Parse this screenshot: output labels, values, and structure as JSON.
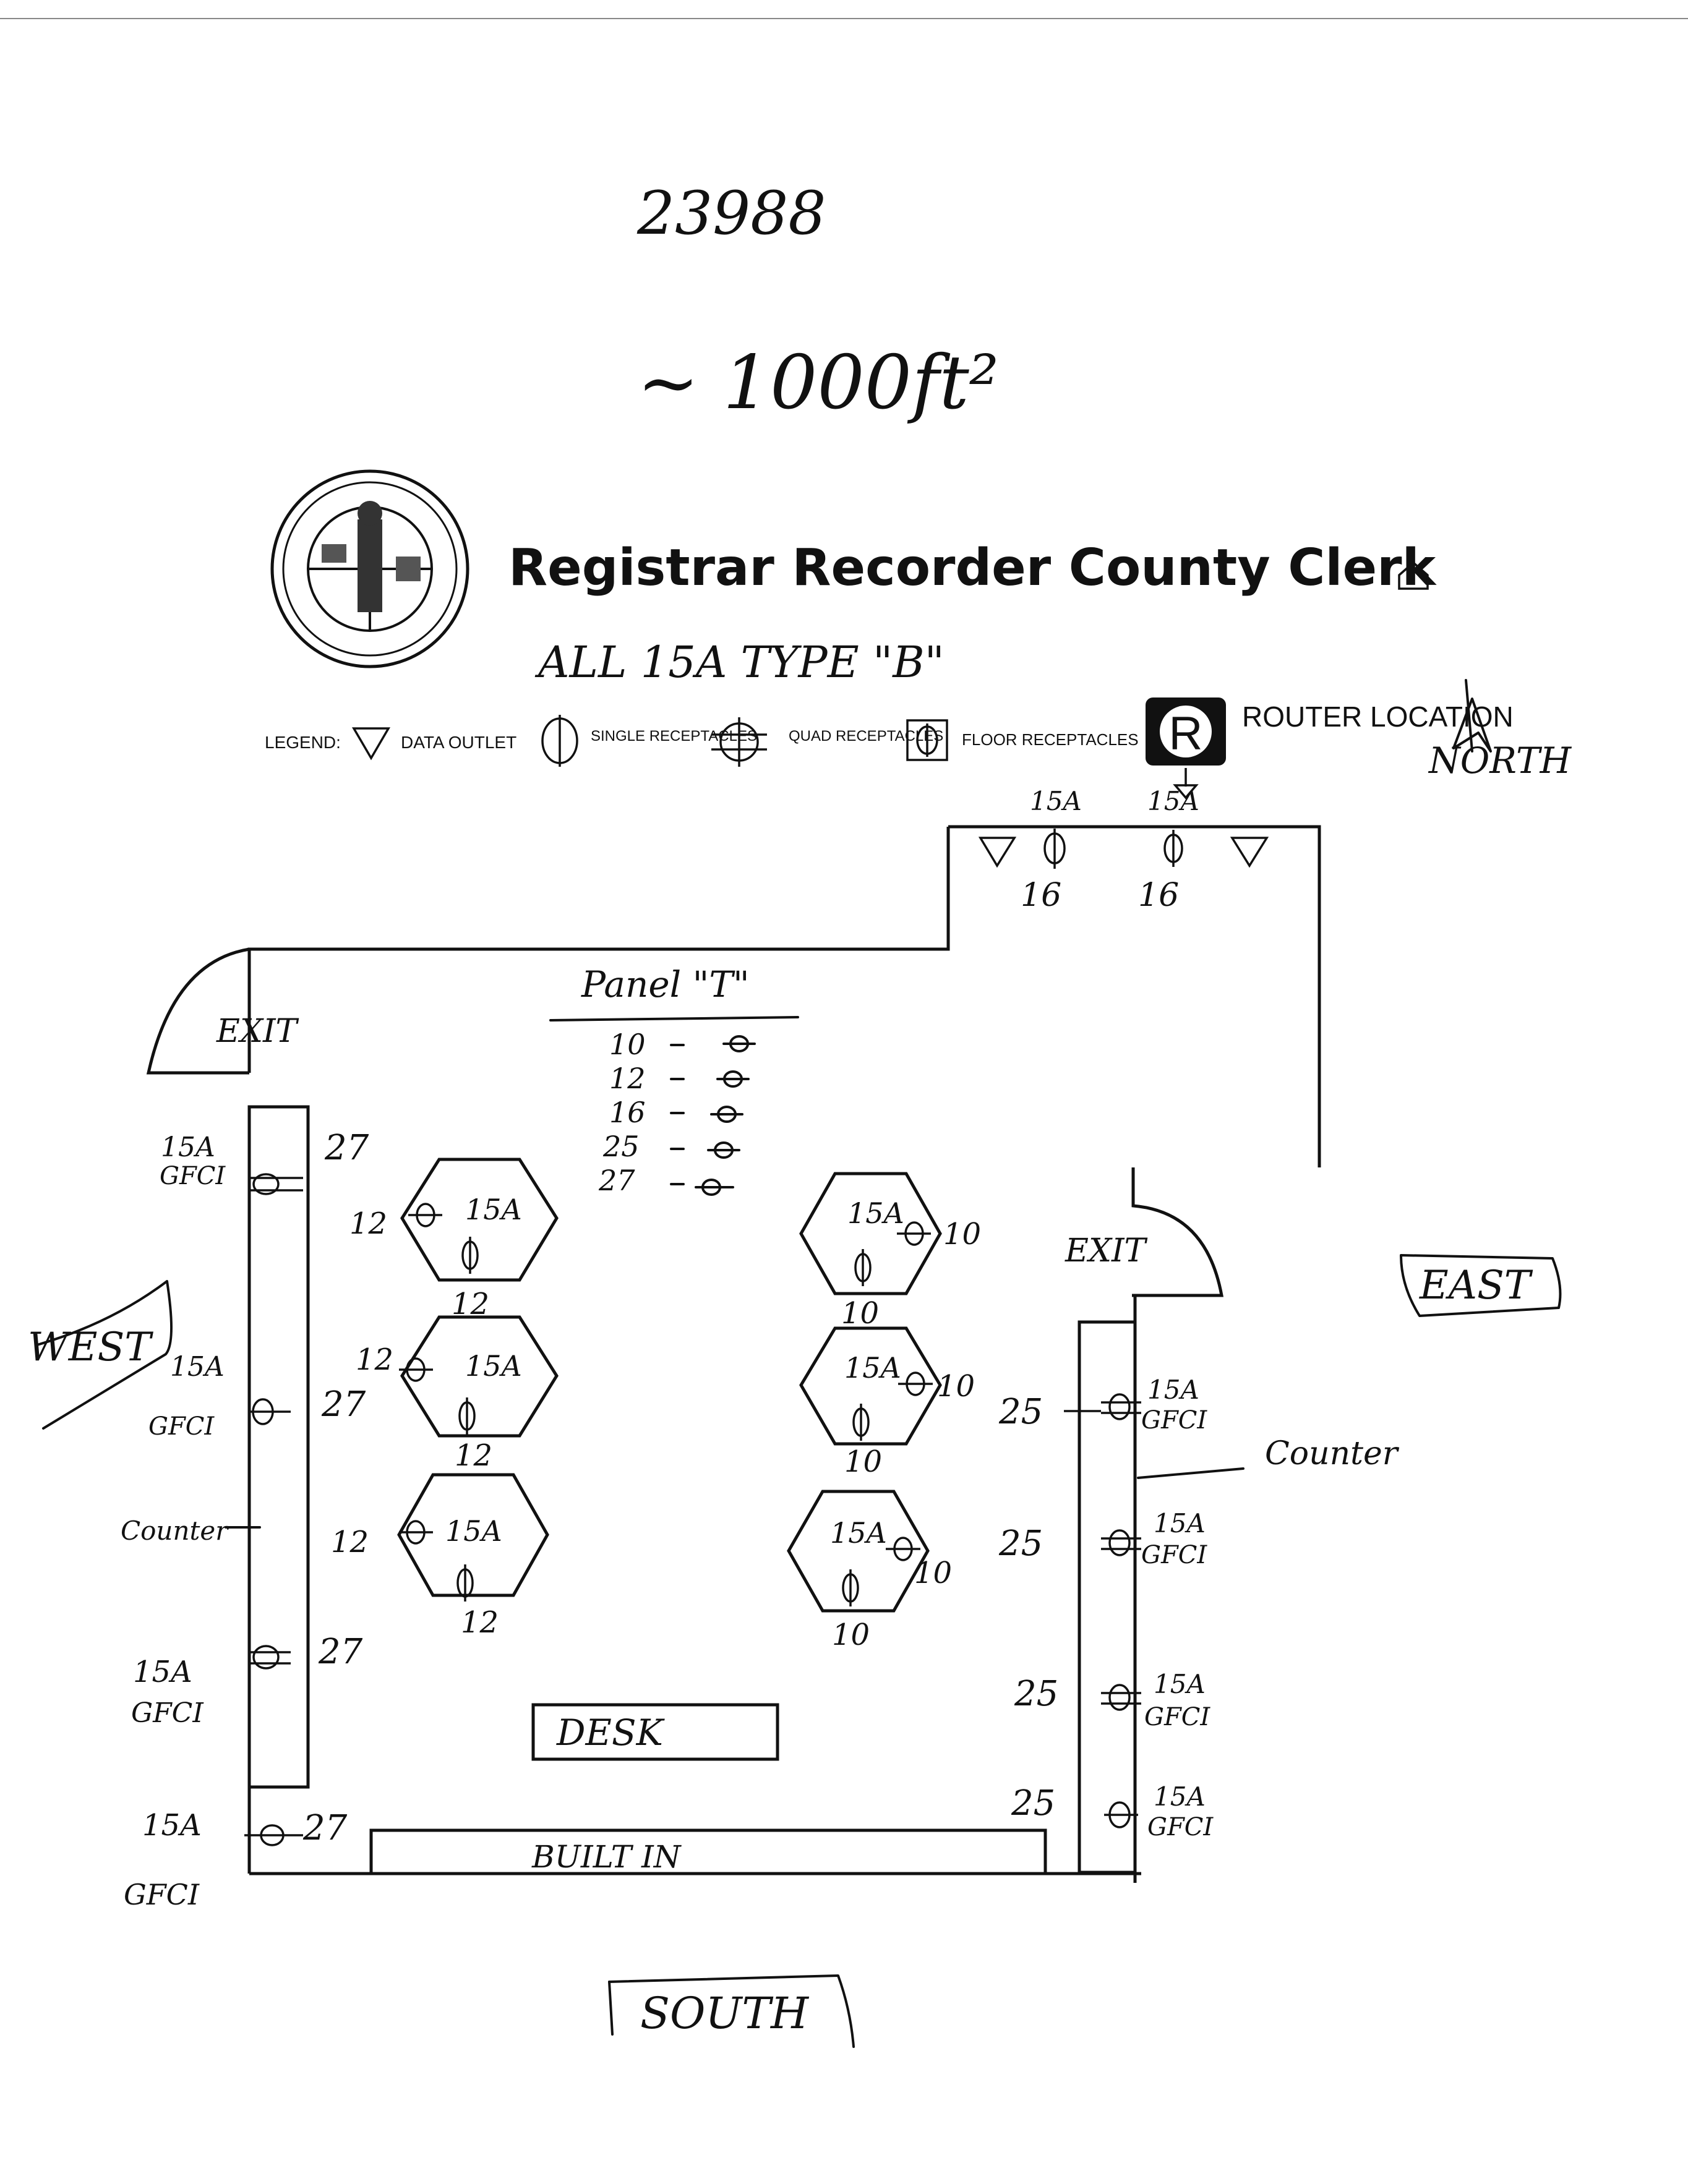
{
  "header": {
    "job_number": "23988",
    "area": "~ 1000ft²",
    "title": "Registrar Recorder County Clerk",
    "note": "ALL 15A TYPE \"B\""
  },
  "legend": {
    "label": "LEGEND:",
    "data_outlet": "DATA OUTLET",
    "single_receptacles": "SINGLE RECEPTACLES",
    "quad_receptacles": "QUAD RECEPTACLES",
    "floor_receptacles": "FLOOR RECEPTACLES",
    "router_symbol": "R",
    "router_location": "ROUTER LOCATION",
    "north": "NORTH"
  },
  "panel_schedule": {
    "title": "Panel \"T\"",
    "circuits": [
      "10",
      "12",
      "16",
      "25",
      "27"
    ]
  },
  "directions": {
    "west": "WEST",
    "east": "EAST",
    "south": "SOUTH"
  },
  "labels": {
    "exit_top_left": "EXIT",
    "exit_right": "EXIT",
    "desk": "DESK",
    "built_in": "BUILT IN",
    "counter_left": "Counter",
    "counter_right": "Counter"
  },
  "outlets": {
    "north_left": {
      "amps": "15A",
      "circuit": "16"
    },
    "north_right": {
      "amps": "15A",
      "circuit": "16"
    },
    "amps": "15A",
    "gfci": "GFCI",
    "west_circuit": "27",
    "east_circuit": "25",
    "hex_left_circuit": "12",
    "hex_right_circuit": "10"
  }
}
